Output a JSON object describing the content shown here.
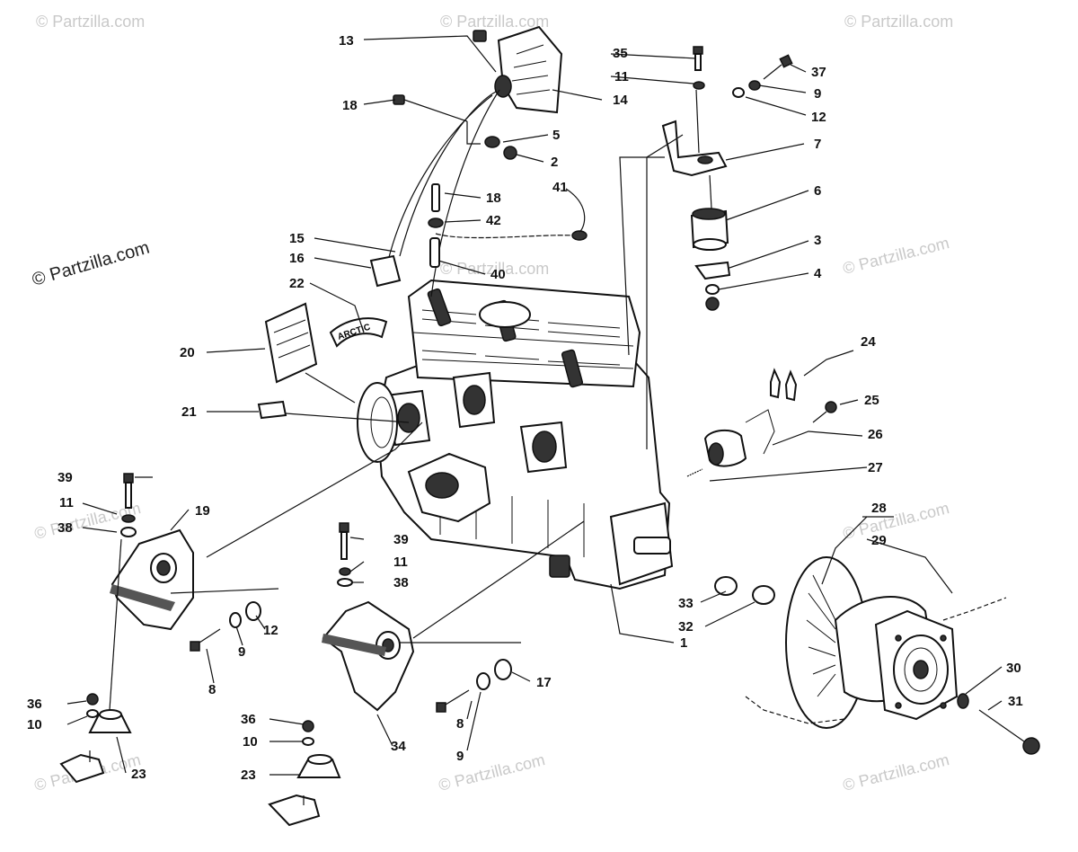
{
  "watermarks": {
    "main": "© Partzilla.com",
    "faint": "© Partzilla.com"
  },
  "callouts": [
    {
      "id": "c13",
      "text": "13"
    },
    {
      "id": "c14",
      "text": "14"
    },
    {
      "id": "c18a",
      "text": "18"
    },
    {
      "id": "c5",
      "text": "5"
    },
    {
      "id": "c2",
      "text": "2"
    },
    {
      "id": "c35",
      "text": "35"
    },
    {
      "id": "c11a",
      "text": "11"
    },
    {
      "id": "c37",
      "text": "37"
    },
    {
      "id": "c9a",
      "text": "9"
    },
    {
      "id": "c12a",
      "text": "12"
    },
    {
      "id": "c7",
      "text": "7"
    },
    {
      "id": "c6",
      "text": "6"
    },
    {
      "id": "c3",
      "text": "3"
    },
    {
      "id": "c4",
      "text": "4"
    },
    {
      "id": "c18b",
      "text": "18"
    },
    {
      "id": "c42",
      "text": "42"
    },
    {
      "id": "c41",
      "text": "41"
    },
    {
      "id": "c40",
      "text": "40"
    },
    {
      "id": "c15",
      "text": "15"
    },
    {
      "id": "c16",
      "text": "16"
    },
    {
      "id": "c22",
      "text": "22"
    },
    {
      "id": "c20",
      "text": "20"
    },
    {
      "id": "c21",
      "text": "21"
    },
    {
      "id": "c24",
      "text": "24"
    },
    {
      "id": "c25",
      "text": "25"
    },
    {
      "id": "c26",
      "text": "26"
    },
    {
      "id": "c27",
      "text": "27"
    },
    {
      "id": "c39a",
      "text": "39"
    },
    {
      "id": "c11b",
      "text": "11"
    },
    {
      "id": "c38a",
      "text": "38"
    },
    {
      "id": "c19",
      "text": "19"
    },
    {
      "id": "c12b",
      "text": "12"
    },
    {
      "id": "c9b",
      "text": "9"
    },
    {
      "id": "c8a",
      "text": "8"
    },
    {
      "id": "c39b",
      "text": "39"
    },
    {
      "id": "c11c",
      "text": "11"
    },
    {
      "id": "c38b",
      "text": "38"
    },
    {
      "id": "c28",
      "text": "28"
    },
    {
      "id": "c29",
      "text": "29"
    },
    {
      "id": "c33",
      "text": "33"
    },
    {
      "id": "c32",
      "text": "32"
    },
    {
      "id": "c1",
      "text": "1"
    },
    {
      "id": "c17",
      "text": "17"
    },
    {
      "id": "c8b",
      "text": "8"
    },
    {
      "id": "c9c",
      "text": "9"
    },
    {
      "id": "c34",
      "text": "34"
    },
    {
      "id": "c36a",
      "text": "36"
    },
    {
      "id": "c10a",
      "text": "10"
    },
    {
      "id": "c23a",
      "text": "23"
    },
    {
      "id": "c36b",
      "text": "36"
    },
    {
      "id": "c10b",
      "text": "10"
    },
    {
      "id": "c23b",
      "text": "23"
    },
    {
      "id": "c30",
      "text": "30"
    },
    {
      "id": "c31",
      "text": "31"
    }
  ],
  "decal_text": "ARCTIC"
}
